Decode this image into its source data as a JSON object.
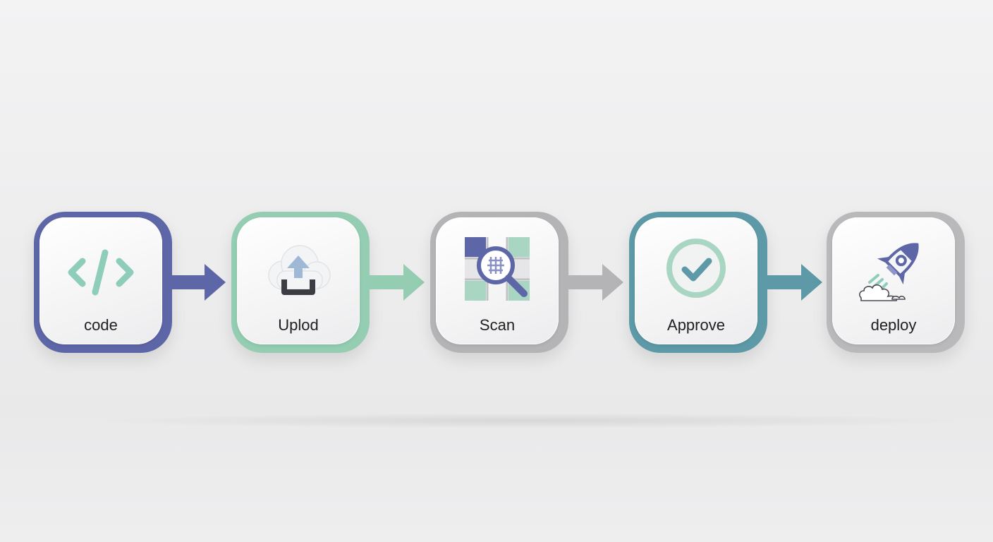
{
  "colors": {
    "indigo": "#5d66a7",
    "mint": "#94cdb2",
    "gray": "#b4b4b6",
    "teal": "#5d99a6",
    "gray_light": "#b9b9bb"
  },
  "steps": [
    {
      "label": "code",
      "icon": "code-brackets-icon"
    },
    {
      "label": "Uplod",
      "icon": "cloud-upload-icon"
    },
    {
      "label": "Scan",
      "icon": "magnifier-scan-icon"
    },
    {
      "label": "Approve",
      "icon": "check-circle-icon"
    },
    {
      "label": "deploy",
      "icon": "rocket-icon"
    }
  ]
}
